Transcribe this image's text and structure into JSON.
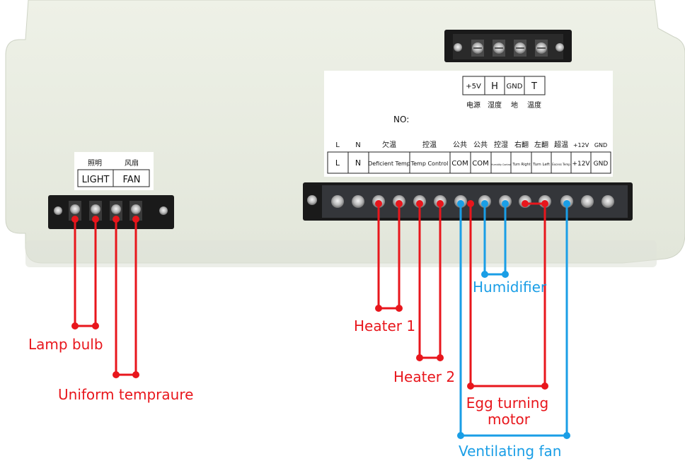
{
  "board": {
    "sensor_block": {
      "labels": [
        "+5V",
        "H",
        "GND",
        "T"
      ],
      "cn_labels": [
        "电源",
        "湿度",
        "地",
        "温度"
      ]
    },
    "spec_sheet": {
      "no_label": "NO:",
      "cn_headers": [
        "L",
        "N",
        "欠温",
        "控温",
        "公共",
        "公共",
        "控湿",
        "右翻",
        "左翻",
        "超温",
        "+12V",
        "GND"
      ],
      "cells": [
        "L",
        "N",
        "Deficient Temp",
        "Temp Control",
        "COM",
        "COM",
        "Humidity Control",
        "Turn Right",
        "Turn Left",
        "Excess Temp",
        "+12V",
        "GND"
      ]
    },
    "left_sheet": {
      "cn_labels": [
        "照明",
        "风扇"
      ],
      "cells": [
        "LIGHT",
        "FAN"
      ]
    }
  },
  "labels": {
    "lamp_bulb": "Lamp bulb",
    "uniform_temperature": "Uniform tempraure",
    "heater_1": "Heater 1",
    "heater_2": "Heater 2",
    "humidifier": "Humidifier",
    "egg_turning_motor_line1": "Egg turning",
    "egg_turning_motor_line2": "motor",
    "ventilating_fan": "Ventilating fan"
  },
  "colors": {
    "panel": "#eaeee2",
    "terminal_block": "#1a1a1a",
    "wire_red": "#e8161c",
    "wire_blue": "#1a9ee6"
  }
}
